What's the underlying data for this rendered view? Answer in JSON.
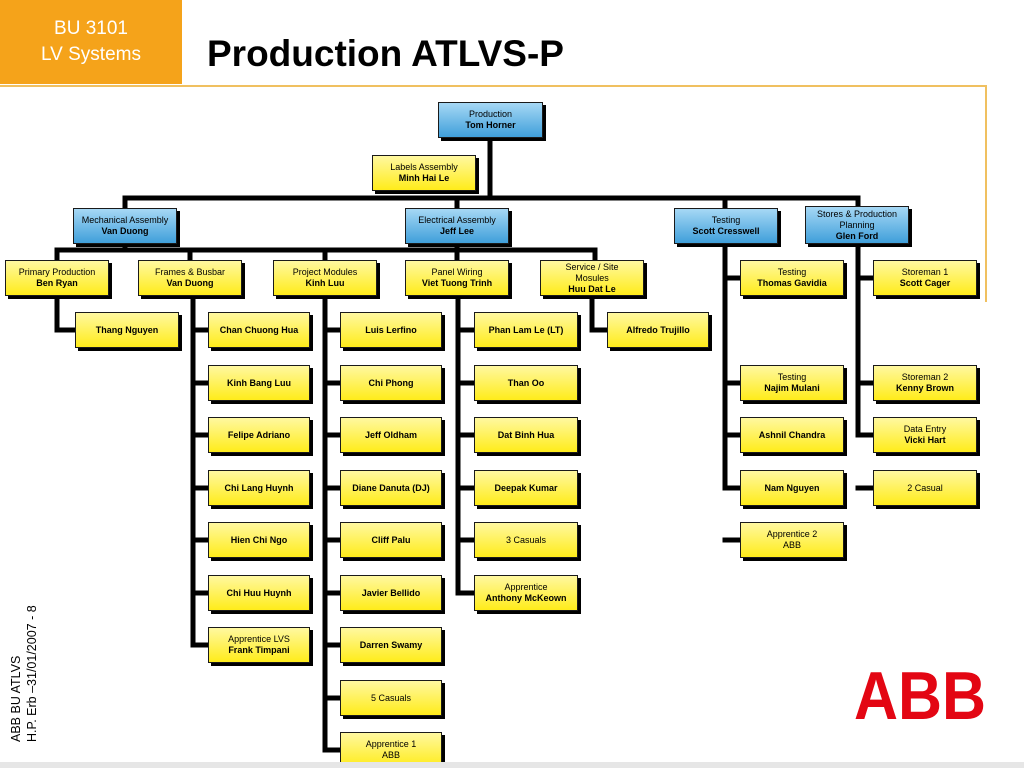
{
  "header": {
    "badge_line1": "BU 3101",
    "badge_line2": "LV Systems",
    "title": "Production ATLVS-P"
  },
  "footer": {
    "line1": "ABB BU ATLVS",
    "line2": "H.P. Erb –31/01/2007 - 8"
  },
  "logo": {
    "text": "ABB",
    "color": "#e30613"
  },
  "colors": {
    "badge": "#f5a31a",
    "rule": "#f0c060",
    "box_yellow": "#ffec1a",
    "box_blue": "#3f9fda",
    "connector": "#000000"
  },
  "chart_data": {
    "type": "org-chart",
    "nodes": [
      {
        "id": "prod",
        "title": "Production",
        "name": "Tom Horner",
        "color": "blue"
      },
      {
        "id": "labels",
        "title": "Labels Assembly",
        "name": "Minh Hai Le",
        "color": "yellow"
      },
      {
        "id": "mech",
        "title": "Mechanical Assembly",
        "name": "Van Duong",
        "color": "blue"
      },
      {
        "id": "elec",
        "title": "Electrical Assembly",
        "name": "Jeff Lee",
        "color": "blue"
      },
      {
        "id": "test",
        "title": "Testing",
        "name": "Scott Cresswell",
        "color": "blue"
      },
      {
        "id": "stores",
        "title": "Stores & Production Planning",
        "name": "Glen Ford",
        "color": "blue"
      },
      {
        "id": "pp",
        "title": "Primary Production",
        "name": "Ben Ryan",
        "color": "yellow"
      },
      {
        "id": "fb",
        "title": "Frames & Busbar",
        "name": "Van Duong",
        "color": "yellow"
      },
      {
        "id": "pm",
        "title": "Project Modules",
        "name": "Kinh Luu",
        "color": "yellow"
      },
      {
        "id": "pw",
        "title": "Panel Wiring",
        "name": "Viet Tuong Trinh",
        "color": "yellow"
      },
      {
        "id": "ss",
        "title": "Service / Site Mosules",
        "name": "Huu Dat Le",
        "color": "yellow"
      },
      {
        "id": "t1",
        "title": "Testing",
        "name": "Thomas Gavidia",
        "color": "yellow"
      },
      {
        "id": "s1",
        "title": "Storeman 1",
        "name": "Scott Cager",
        "color": "yellow"
      },
      {
        "id": "pp1",
        "title": "",
        "name": "Thang Nguyen",
        "color": "yellow"
      },
      {
        "id": "fb1",
        "title": "",
        "name": "Chan Chuong Hua",
        "color": "yellow"
      },
      {
        "id": "fb2",
        "title": "",
        "name": "Kinh Bang Luu",
        "color": "yellow"
      },
      {
        "id": "fb3",
        "title": "",
        "name": "Felipe Adriano",
        "color": "yellow"
      },
      {
        "id": "fb4",
        "title": "",
        "name": "Chi Lang Huynh",
        "color": "yellow"
      },
      {
        "id": "fb5",
        "title": "",
        "name": "Hien Chi Ngo",
        "color": "yellow"
      },
      {
        "id": "fb6",
        "title": "",
        "name": "Chi Huu Huynh",
        "color": "yellow"
      },
      {
        "id": "fb7",
        "title": "Apprentice LVS",
        "name": "Frank Timpani",
        "color": "yellow"
      },
      {
        "id": "pm1",
        "title": "",
        "name": "Luis Lerfino",
        "color": "yellow"
      },
      {
        "id": "pm2",
        "title": "",
        "name": "Chi Phong",
        "color": "yellow"
      },
      {
        "id": "pm3",
        "title": "",
        "name": "Jeff Oldham",
        "color": "yellow"
      },
      {
        "id": "pm4",
        "title": "",
        "name": "Diane Danuta (DJ)",
        "color": "yellow"
      },
      {
        "id": "pm5",
        "title": "",
        "name": "Cliff Palu",
        "color": "yellow"
      },
      {
        "id": "pm6",
        "title": "",
        "name": "Javier Bellido",
        "color": "yellow"
      },
      {
        "id": "pm7",
        "title": "",
        "name": "Darren Swamy",
        "color": "yellow"
      },
      {
        "id": "pm8",
        "title": "5 Casuals",
        "name": "",
        "color": "yellow"
      },
      {
        "id": "pm9",
        "title": "Apprentice 1 ABB",
        "name": "",
        "color": "yellow"
      },
      {
        "id": "pw1",
        "title": "",
        "name": "Phan Lam Le (LT)",
        "color": "yellow"
      },
      {
        "id": "pw2",
        "title": "",
        "name": "Than Oo",
        "color": "yellow"
      },
      {
        "id": "pw3",
        "title": "",
        "name": "Dat Binh Hua",
        "color": "yellow"
      },
      {
        "id": "pw4",
        "title": "",
        "name": "Deepak Kumar",
        "color": "yellow"
      },
      {
        "id": "pw5",
        "title": "3 Casuals",
        "name": "",
        "color": "yellow"
      },
      {
        "id": "pw6",
        "title": "Apprentice",
        "name": "Anthony McKeown",
        "color": "yellow"
      },
      {
        "id": "ss1",
        "title": "",
        "name": "Alfredo Trujillo",
        "color": "yellow"
      },
      {
        "id": "t2",
        "title": "Testing",
        "name": "Najim Mulani",
        "color": "yellow"
      },
      {
        "id": "t3",
        "title": "",
        "name": "Ashnil Chandra",
        "color": "yellow"
      },
      {
        "id": "t4",
        "title": "",
        "name": "Nam Nguyen",
        "color": "yellow"
      },
      {
        "id": "t5",
        "title": "Apprentice 2 ABB",
        "name": "",
        "color": "yellow"
      },
      {
        "id": "s2",
        "title": "Storeman 2",
        "name": "Kenny Brown",
        "color": "yellow"
      },
      {
        "id": "s3",
        "title": "Data Entry",
        "name": "Vicki Hart",
        "color": "yellow"
      },
      {
        "id": "s4",
        "title": "2 Casual",
        "name": "",
        "color": "yellow"
      }
    ],
    "links": [
      [
        "prod",
        "labels"
      ],
      [
        "prod",
        "mech"
      ],
      [
        "prod",
        "elec"
      ],
      [
        "prod",
        "test"
      ],
      [
        "prod",
        "stores"
      ],
      [
        "mech",
        "pp"
      ],
      [
        "mech",
        "fb"
      ],
      [
        "elec",
        "pm"
      ],
      [
        "elec",
        "pw"
      ],
      [
        "elec",
        "ss"
      ],
      [
        "test",
        "t1"
      ],
      [
        "test",
        "t2"
      ],
      [
        "test",
        "t3"
      ],
      [
        "test",
        "t4"
      ],
      [
        "test",
        "t5"
      ],
      [
        "stores",
        "s1"
      ],
      [
        "stores",
        "s2"
      ],
      [
        "stores",
        "s3"
      ],
      [
        "stores",
        "s4"
      ],
      [
        "pp",
        "pp1"
      ],
      [
        "fb",
        "fb1"
      ],
      [
        "fb",
        "fb2"
      ],
      [
        "fb",
        "fb3"
      ],
      [
        "fb",
        "fb4"
      ],
      [
        "fb",
        "fb5"
      ],
      [
        "fb",
        "fb6"
      ],
      [
        "fb",
        "fb7"
      ],
      [
        "pm",
        "pm1"
      ],
      [
        "pm",
        "pm2"
      ],
      [
        "pm",
        "pm3"
      ],
      [
        "pm",
        "pm4"
      ],
      [
        "pm",
        "pm5"
      ],
      [
        "pm",
        "pm6"
      ],
      [
        "pm",
        "pm7"
      ],
      [
        "pm",
        "pm8"
      ],
      [
        "pm",
        "pm9"
      ],
      [
        "pw",
        "pw1"
      ],
      [
        "pw",
        "pw2"
      ],
      [
        "pw",
        "pw3"
      ],
      [
        "pw",
        "pw4"
      ],
      [
        "pw",
        "pw5"
      ],
      [
        "pw",
        "pw6"
      ],
      [
        "ss",
        "ss1"
      ]
    ]
  }
}
